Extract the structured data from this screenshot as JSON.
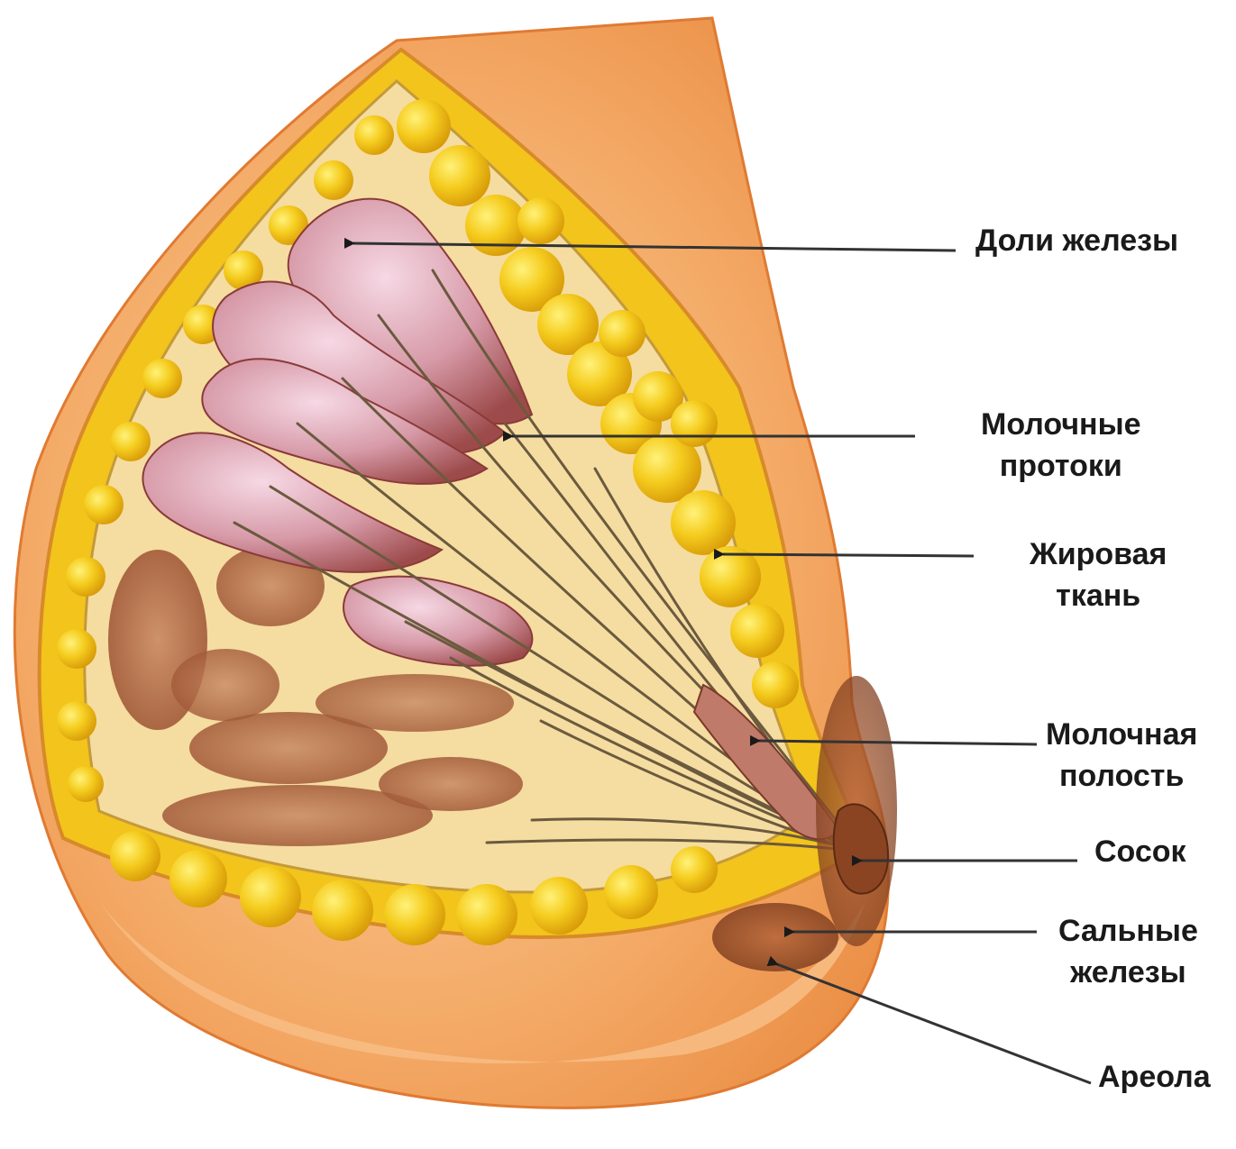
{
  "labels": {
    "lobes": "Доли железы",
    "ducts_line1": "Молочные",
    "ducts_line2": "протоки",
    "fat_line1": "Жировая",
    "fat_line2": "ткань",
    "sinus_line1": "Молочная",
    "sinus_line2": "полость",
    "nipple": "Сосок",
    "sebaceous_line1": "Сальные",
    "sebaceous_line2": "железы",
    "areola": "Ареола"
  },
  "colors": {
    "skin": "#f2a25c",
    "skin_light": "#f8c791",
    "fat": "#f2c41c",
    "fat_highlight": "#fff06a",
    "gland": "#b8646a",
    "gland_light": "#f0c8d6",
    "muscle": "#a35a3a",
    "label_text": "#1a1a1a",
    "leader_line": "#333333"
  }
}
